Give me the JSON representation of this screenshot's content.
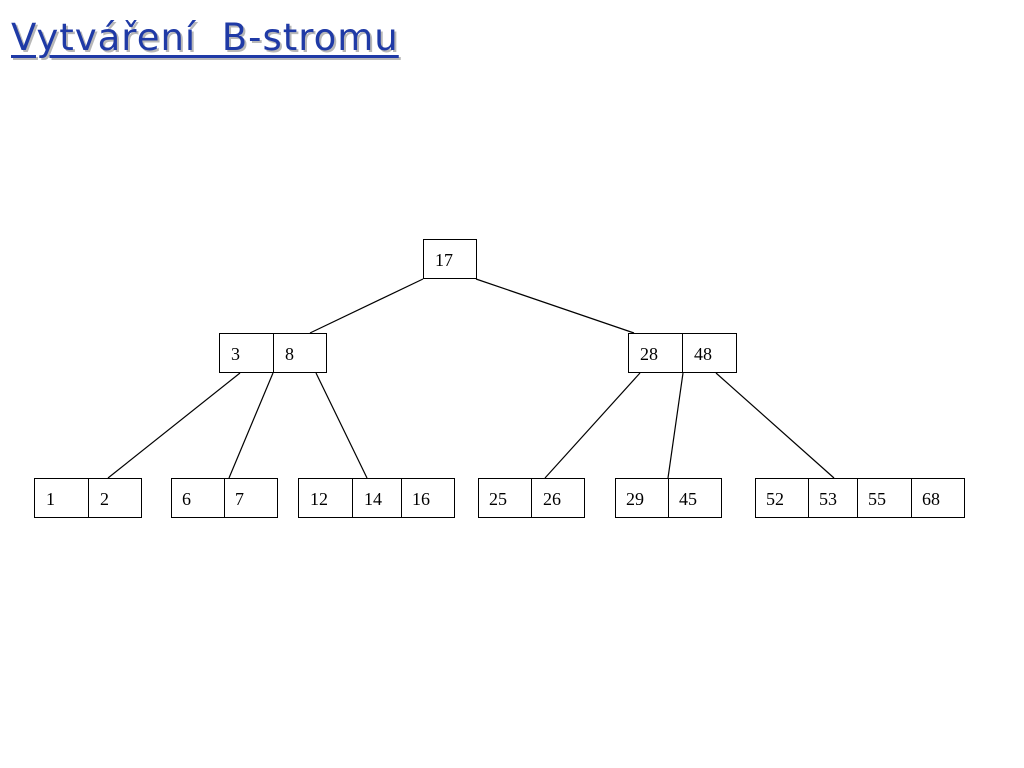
{
  "title": "Vytváření  B-stromu",
  "tree": {
    "root": {
      "keys": [
        "17"
      ]
    },
    "level1": [
      {
        "keys": [
          "3",
          "8"
        ]
      },
      {
        "keys": [
          "28",
          "48"
        ]
      }
    ],
    "leaves": [
      {
        "keys": [
          "1",
          "2"
        ]
      },
      {
        "keys": [
          "6",
          "7"
        ]
      },
      {
        "keys": [
          "12",
          "14",
          "16"
        ]
      },
      {
        "keys": [
          "25",
          "26"
        ]
      },
      {
        "keys": [
          "29",
          "45"
        ]
      },
      {
        "keys": [
          "52",
          "53",
          "55",
          "68"
        ]
      }
    ]
  },
  "colors": {
    "title": "#1f3aa6",
    "title_shadow": "#b8b8b8",
    "node_border": "#000000",
    "edge": "#000000",
    "background": "#ffffff"
  }
}
